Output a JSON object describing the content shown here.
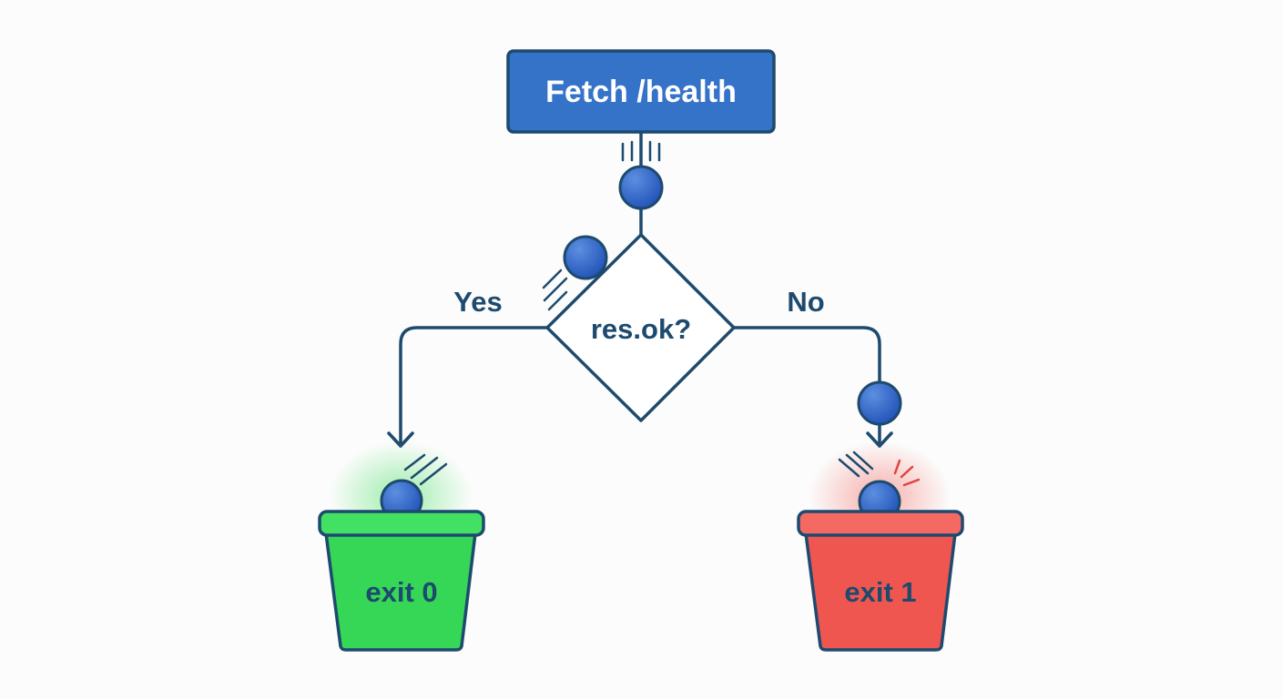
{
  "start_node": {
    "label": "Fetch /health"
  },
  "decision": {
    "label": "res.ok?"
  },
  "branches": {
    "yes_label": "Yes",
    "no_label": "No"
  },
  "outcomes": {
    "success": {
      "label": "exit 0"
    },
    "failure": {
      "label": "exit 1"
    }
  },
  "colors": {
    "navy": "#1d4a6e",
    "process_fill": "#3573c9",
    "ball": "#2f64c8",
    "success_fill": "#36d657",
    "success_rim": "#42e063",
    "failure_fill": "#ef5650",
    "failure_rim": "#f46a63",
    "background": "#fbfcfb"
  }
}
